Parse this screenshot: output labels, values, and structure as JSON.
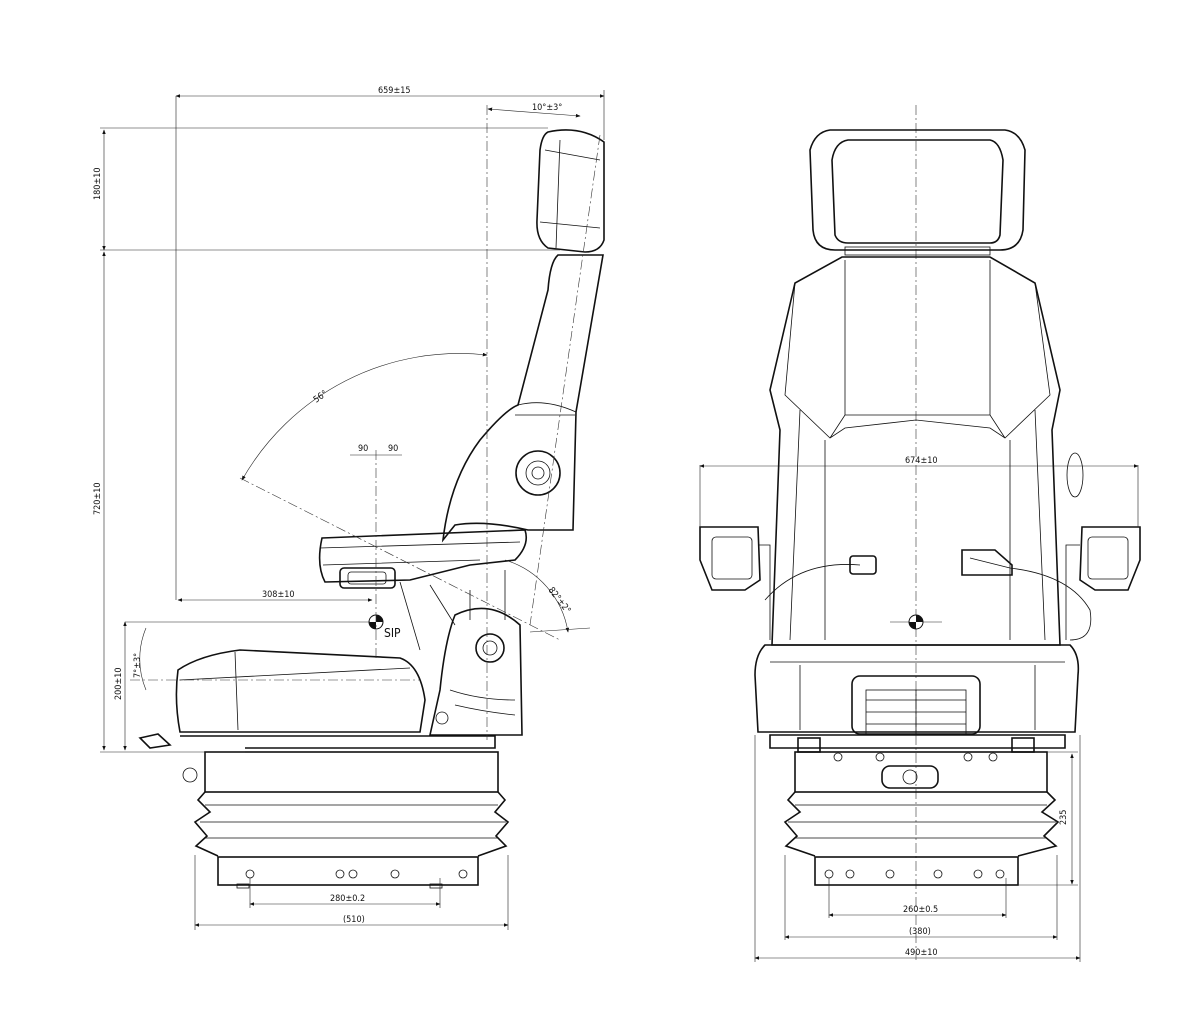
{
  "drawing": {
    "side_view": {
      "dimensions": {
        "overall_length": "659±15",
        "headrest_angle": "10°±3°",
        "headrest_height": "180±10",
        "back_height": "720±10",
        "recline_angle": "56°",
        "sip_offset_left": "90",
        "sip_offset_right": "90",
        "sip_distance": "308±10",
        "armrest_angle": "82°±2°",
        "sip_label": "SIP",
        "cushion_angle": "7°±3°",
        "seat_height": "200±10",
        "mount_spacing": "280±0.2",
        "base_length": "(510)"
      }
    },
    "front_view": {
      "dimensions": {
        "armrest_width": "674±10",
        "suspension_height": "235",
        "mount_spacing": "260±0.5",
        "base_width": "(380)",
        "seat_width": "490±10"
      }
    }
  }
}
